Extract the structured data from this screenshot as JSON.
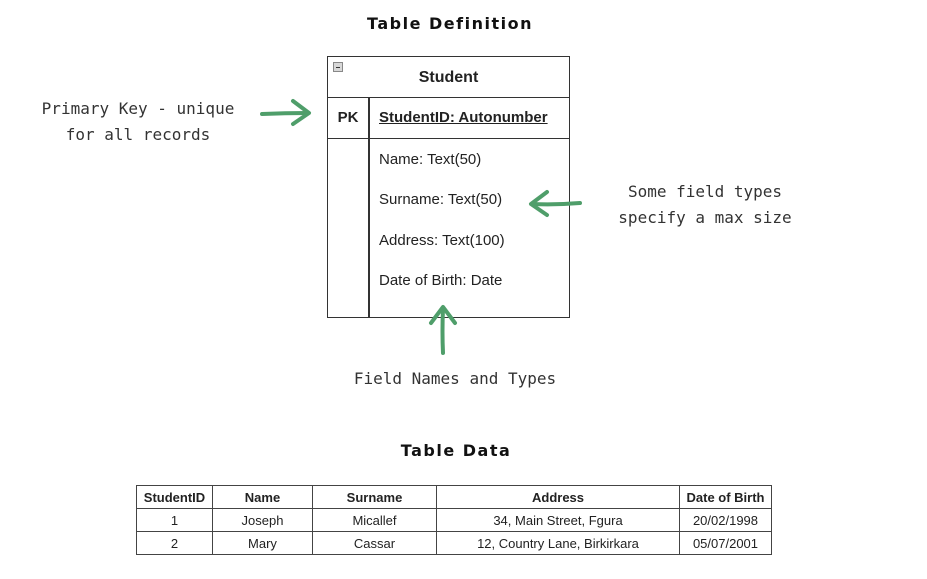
{
  "definition_title": "Table Definition",
  "entity": {
    "name": "Student",
    "pk_label": "PK",
    "pk_field": "StudentID: Autonumber",
    "fields": [
      "Name: Text(50)",
      "Surname: Text(50)",
      "Address: Text(100)",
      "Date of Birth: Date"
    ]
  },
  "annotations": {
    "primary_key": [
      "Primary Key - unique",
      "for all records"
    ],
    "field_types": [
      "Some field types",
      "specify a max size"
    ],
    "field_names": "Field Names and Types"
  },
  "arrow_color": "#4f9e6a",
  "data_title": "Table Data",
  "table": {
    "headers": [
      "StudentID",
      "Name",
      "Surname",
      "Address",
      "Date of Birth"
    ],
    "rows": [
      [
        "1",
        "Joseph",
        "Micallef",
        "34, Main Street, Fgura",
        "20/02/1998"
      ],
      [
        "2",
        "Mary",
        "Cassar",
        "12, Country Lane, Birkirkara",
        "05/07/2001"
      ]
    ]
  }
}
